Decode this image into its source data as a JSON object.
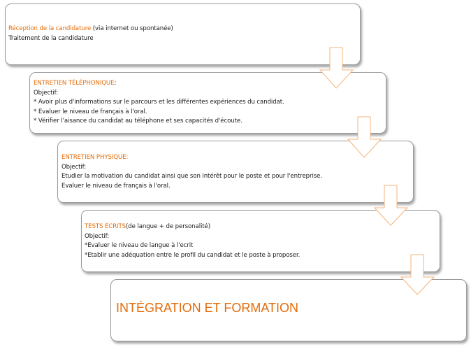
{
  "steps": [
    {
      "title": "Réception de la candidature",
      "suffix": " (via internet ou spontanée)",
      "lines": [
        "Traitement de la candidature"
      ]
    },
    {
      "title": "ENTRETIEN TÉLÉPHONIQUE",
      "suffix": ":",
      "lines": [
        "Objectif:",
        "* Avoir plus d'informations sur le parcours et les différentes expériences du candidat.",
        "* Evaluer le niveau de français à l'oral.",
        "* Vérifier l'aisance du candidat au téléphone et ses capacités d'écoute."
      ]
    },
    {
      "title": "ENTRETIEN PHYSIQUE:",
      "suffix": "",
      "lines": [
        "Objectif:",
        "Etudier la motivation du candidat ainsi que son intérêt pour le poste et pour l'entreprise.",
        "Evaluer le niveau de français à l'oral."
      ]
    },
    {
      "title": "TESTS ÉCRITS",
      "suffix": "(de langue + de personalité)",
      "lines": [
        "Objectif:",
        "*Evaluer le niveau de langue à l'ecrit",
        "*Etablir une adéquation entre le profil du candidat et le poste à proposer."
      ]
    },
    {
      "title": "INTÉGRATION ET FORMATION"
    }
  ],
  "colors": {
    "accent": "#e46c0a",
    "arrow": "#f5b47c"
  }
}
